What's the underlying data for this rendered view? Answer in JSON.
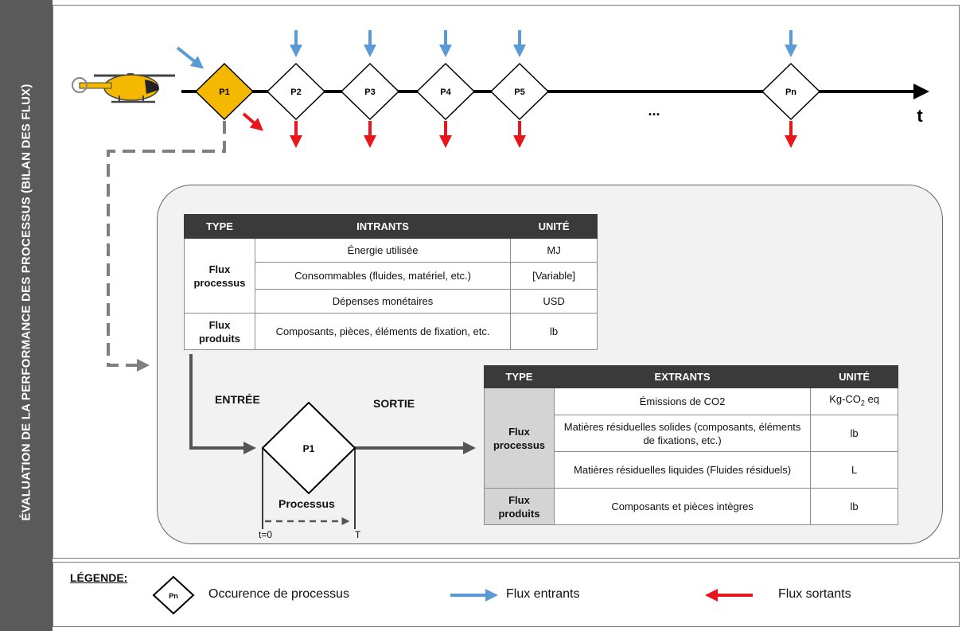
{
  "side_title": "ÉVALUATION DE LA PERFORMANCE DES PROCESSUS (BILAN DES FLUX)",
  "timeline": {
    "process_labels": [
      "P1",
      "P2",
      "P3",
      "P4",
      "P5",
      "Pn"
    ],
    "ellipsis": "...",
    "axis_label": "t"
  },
  "inputs_table": {
    "headers": [
      "TYPE",
      "INTRANTS",
      "UNITÉ"
    ],
    "groups": [
      {
        "type": "Flux processus",
        "rows": [
          {
            "item": "Énergie utilisée",
            "unit": "MJ"
          },
          {
            "item": "Consommables (fluides, matériel, etc.)",
            "unit": "[Variable]"
          },
          {
            "item": "Dépenses monétaires",
            "unit": "USD"
          }
        ]
      },
      {
        "type": "Flux produits",
        "rows": [
          {
            "item": "Composants, pièces, éléments de fixation, etc.",
            "unit": "lb"
          }
        ]
      }
    ]
  },
  "outputs_table": {
    "headers": [
      "TYPE",
      "EXTRANTS",
      "UNITÉ"
    ],
    "groups": [
      {
        "type": "Flux processus",
        "rows": [
          {
            "item": "Émissions de CO2",
            "unit": "Kg-CO",
            "unit_sub": "2",
            "unit_suffix": " eq"
          },
          {
            "item": "Matières résiduelles solides (composants, éléments de fixations, etc.)",
            "unit": "lb"
          },
          {
            "item": "Matières résiduelles liquides (Fluides résiduels)",
            "unit": "L"
          }
        ]
      },
      {
        "type": "Flux produits",
        "rows": [
          {
            "item": "Composants et pièces intègres",
            "unit": "lb"
          }
        ]
      }
    ]
  },
  "process_detail": {
    "entry_label": "ENTRÉE",
    "exit_label": "SORTIE",
    "node_label": "P1",
    "process_label": "Processus",
    "start_label": "t=0",
    "end_label": "T"
  },
  "legend": {
    "title": "LÉGENDE:",
    "node_label": "Pn",
    "occurrence": "Occurence de processus",
    "incoming": "Flux entrants",
    "outgoing": "Flux sortants"
  },
  "colors": {
    "incoming_arrow": "#5b9bd5",
    "outgoing_arrow": "#e8161b",
    "active_node": "#f5b800",
    "header_fill": "#3a3a3a",
    "connector": "#7f7f7f"
  }
}
